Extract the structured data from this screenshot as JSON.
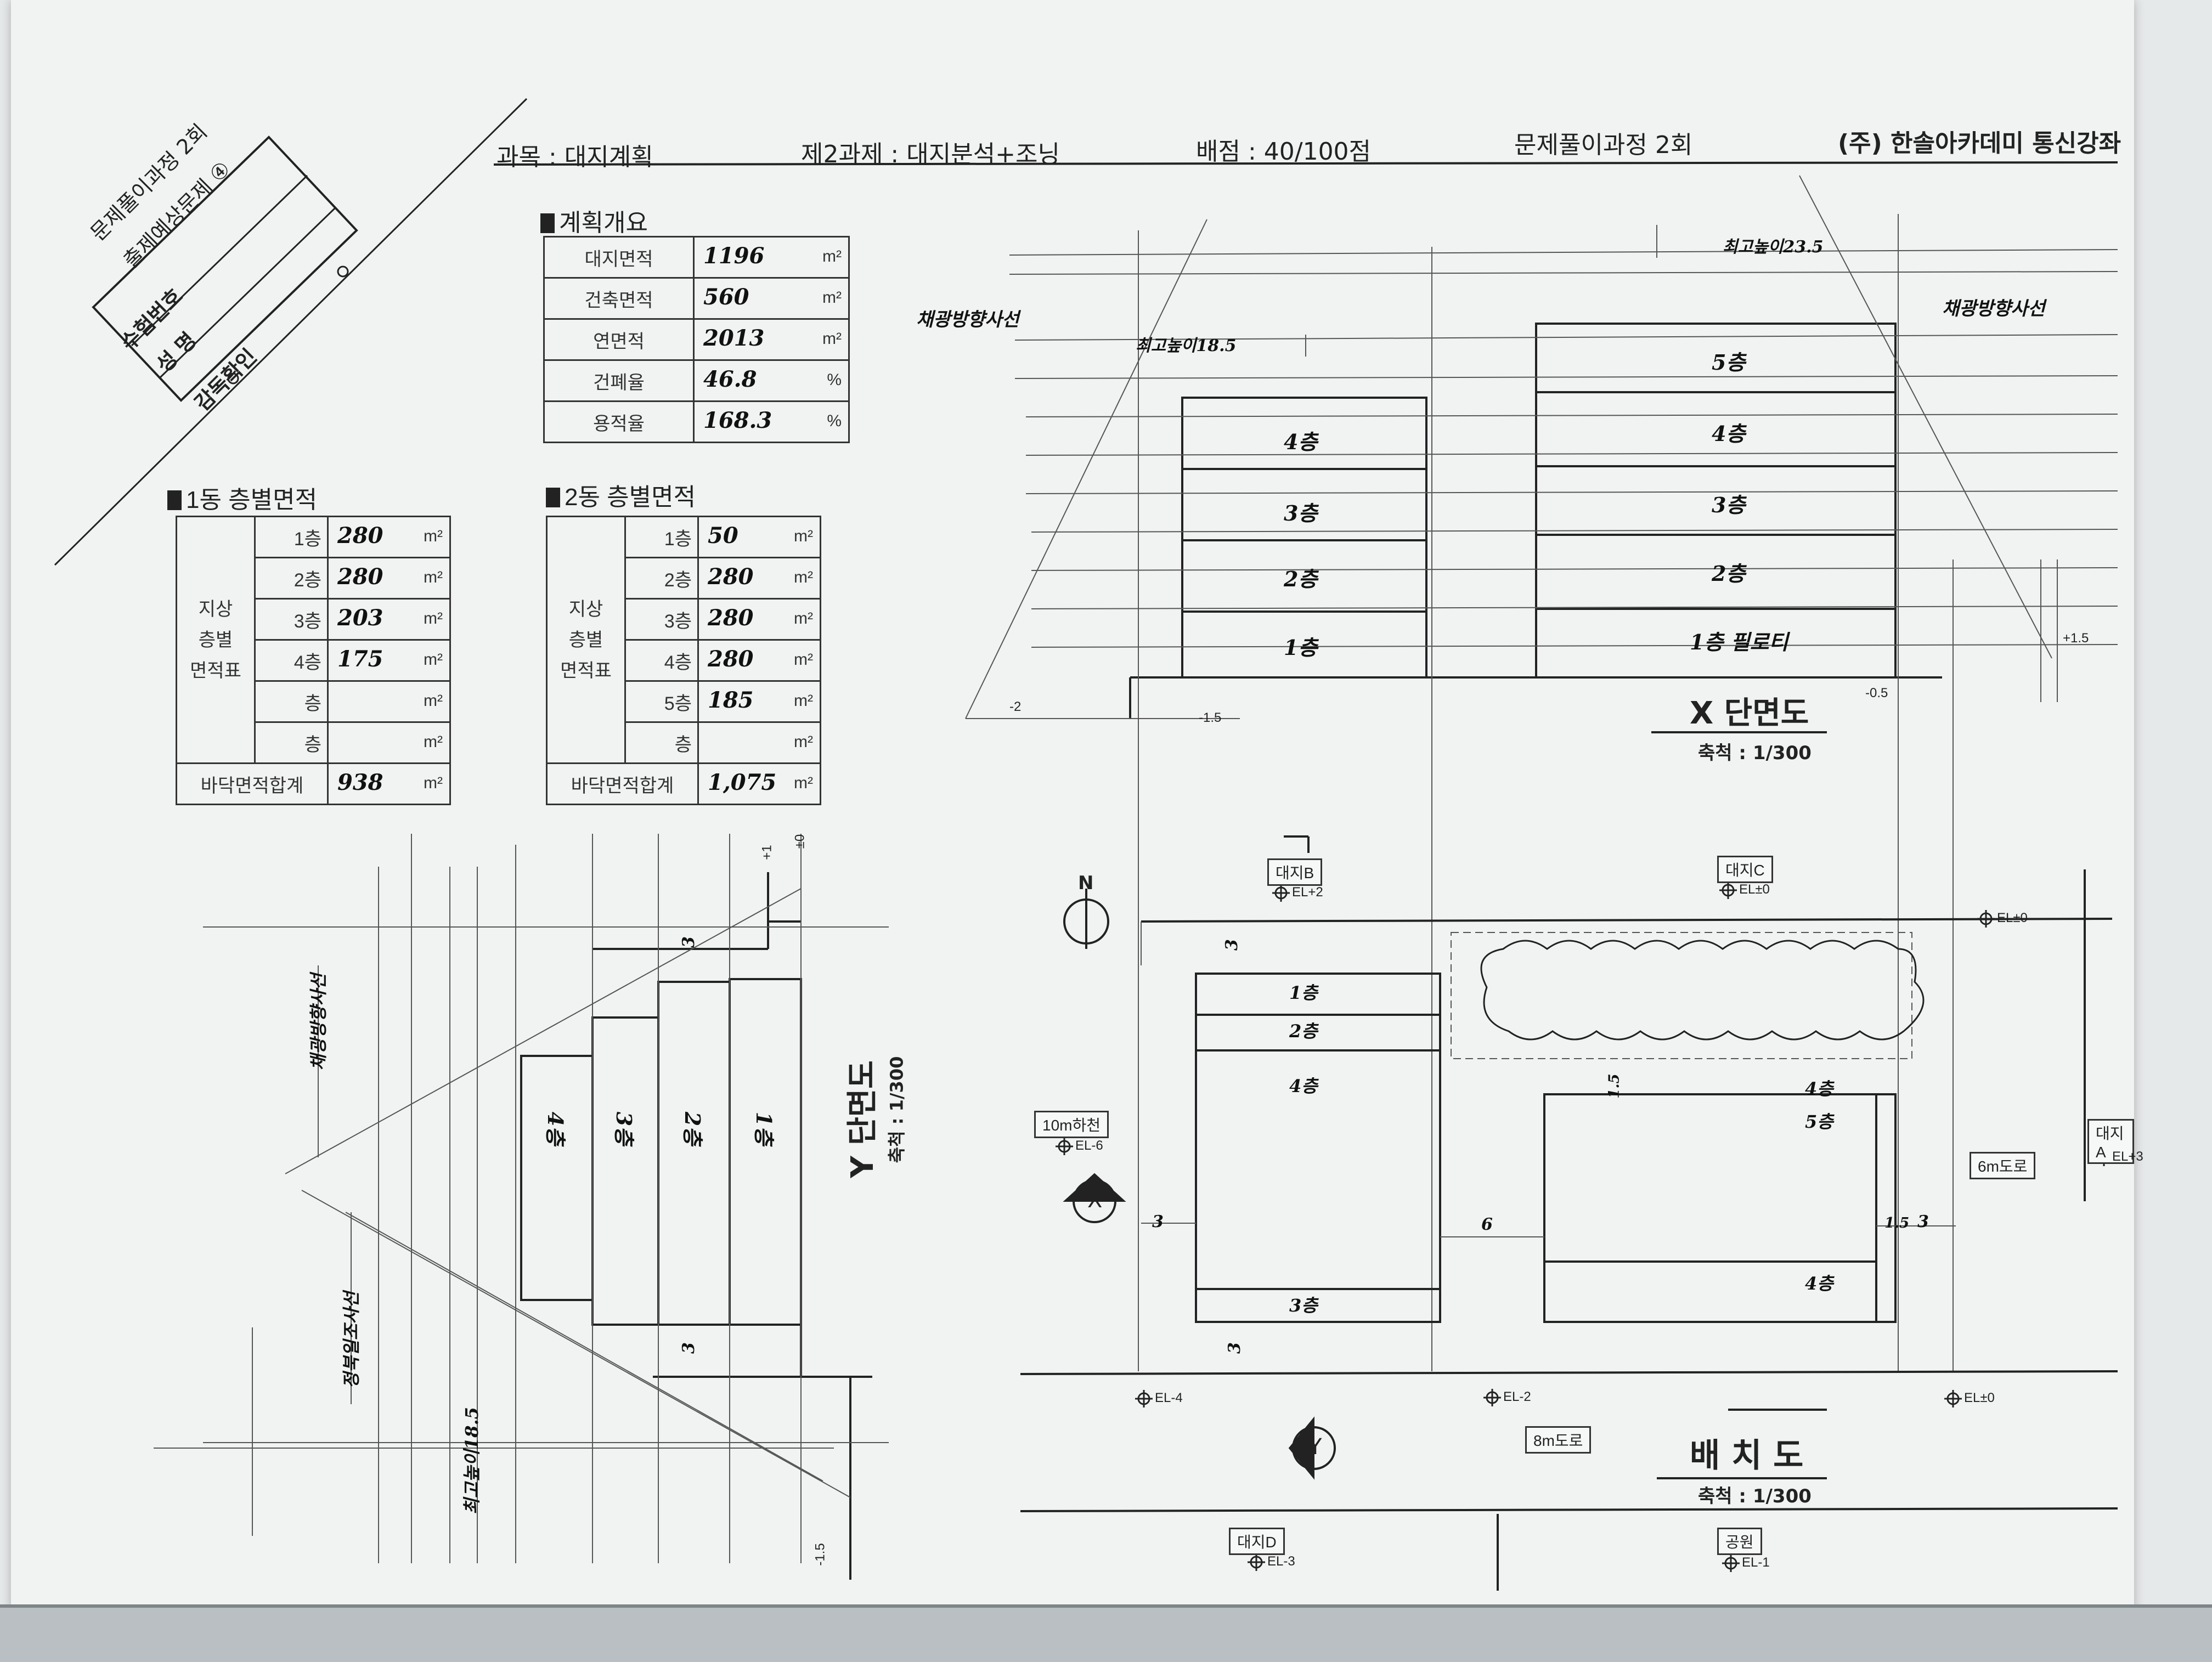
{
  "header": {
    "subject": "과목 : 대지계획",
    "task": "제2과제 : 대지분석+조닝",
    "score": "배점 : 40/100점",
    "course": "문제풀이과정 2회",
    "company": "(주) 한솔아카데미 통신강좌"
  },
  "corner_box": {
    "line1": "문제풀이과정 2회",
    "line2": "출제예상문제 ④",
    "exam_no": "수험번호",
    "name": "성    명",
    "supervisor": "감독확인"
  },
  "plan_overview": {
    "title": "계획개요",
    "rows": [
      {
        "label": "대지면적",
        "value": "1196",
        "unit": "m²"
      },
      {
        "label": "건축면적",
        "value": "560",
        "unit": "m²"
      },
      {
        "label": "연면적",
        "value": "2013",
        "unit": "m²"
      },
      {
        "label": "건폐율",
        "value": "46.8",
        "unit": "%"
      },
      {
        "label": "용적율",
        "value": "168.3",
        "unit": "%"
      }
    ]
  },
  "bldg1": {
    "title": "1동 층별면적",
    "side_label": [
      "지상",
      "층별",
      "면적표"
    ],
    "rows": [
      {
        "floor": "1층",
        "value": "280",
        "unit": "m²"
      },
      {
        "floor": "2층",
        "value": "280",
        "unit": "m²"
      },
      {
        "floor": "3층",
        "value": "203",
        "unit": "m²"
      },
      {
        "floor": "4층",
        "value": "175",
        "unit": "m²"
      },
      {
        "floor": "층",
        "value": "",
        "unit": "m²"
      },
      {
        "floor": "층",
        "value": "",
        "unit": "m²"
      }
    ],
    "total_label": "바닥면적합계",
    "total_value": "938",
    "total_unit": "m²"
  },
  "bldg2": {
    "title": "2동 층별면적",
    "side_label": [
      "지상",
      "층별",
      "면적표"
    ],
    "rows": [
      {
        "floor": "1층",
        "value": "50",
        "unit": "m²"
      },
      {
        "floor": "2층",
        "value": "280",
        "unit": "m²"
      },
      {
        "floor": "3층",
        "value": "280",
        "unit": "m²"
      },
      {
        "floor": "4층",
        "value": "280",
        "unit": "m²"
      },
      {
        "floor": "5층",
        "value": "185",
        "unit": "m²"
      },
      {
        "floor": "층",
        "value": "",
        "unit": "m²"
      }
    ],
    "total_label": "바닥면적합계",
    "total_value": "1,075",
    "total_unit": "m²"
  },
  "x_section": {
    "title": "X 단면도",
    "scale": "축척 : 1/300",
    "left_floors": [
      "4층",
      "3층",
      "2층",
      "1층"
    ],
    "right_floors": [
      "5층",
      "4층",
      "3층",
      "2층",
      "1층 필로티"
    ],
    "notes": {
      "sky_left": "채광방향사선",
      "sky_right": "채광방향사선",
      "height_left": "최고높이18.5",
      "height_top": "최고높이23.5"
    },
    "levels": {
      "l1": "-2",
      "l2": "-1.5",
      "r1": "-0.5",
      "r2": "+1.5"
    }
  },
  "y_section": {
    "title": "Y 단면도",
    "scale": "축척 : 1/300",
    "floors": [
      "4층",
      "3층",
      "2층",
      "1층"
    ],
    "notes": {
      "sky": "채광방향사선",
      "north": "정북일조사선",
      "height": "최고높이18.5"
    },
    "levels": {
      "top1": "+1",
      "top2": "±0",
      "bottom": "-1.5"
    },
    "dims": {
      "d1": "3",
      "d2": "3"
    }
  },
  "site_plan": {
    "title": "배 치 도",
    "scale": "축척 : 1/300",
    "north": "N",
    "markers": {
      "x": "X",
      "y": "Y"
    },
    "tags": {
      "siteB": "대지B",
      "siteC": "대지C",
      "siteA": "대지A",
      "siteD": "대지D",
      "river": "10m하천",
      "road6": "6m도로",
      "road8": "8m도로",
      "park": "공원"
    },
    "elevations": {
      "b": "EL+2",
      "c": "EL±0",
      "ne": "EL±0",
      "a": "EL+3",
      "river": "EL-6",
      "sw": "EL-4",
      "s": "EL-2",
      "se": "EL±0",
      "d": "EL-3",
      "park": "EL-1"
    },
    "bldg1_floors": [
      "1층",
      "2층",
      "4층",
      "3층"
    ],
    "bldg2_floors": [
      "4층",
      "5층",
      "4층"
    ],
    "dims": {
      "left": "3",
      "gap": "6",
      "right": "1.5",
      "right2": "3",
      "top": "3",
      "bottom": "3",
      "mid": "1.5"
    }
  }
}
